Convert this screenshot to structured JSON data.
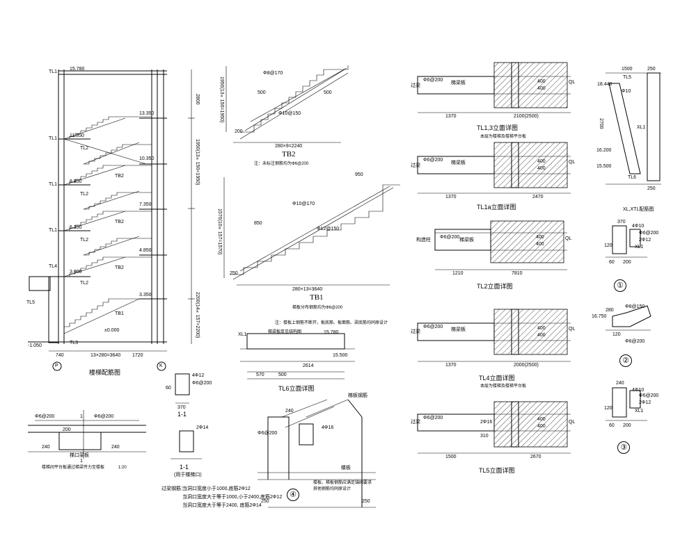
{
  "stair_section": {
    "caption": "楼梯配筋图",
    "axis_left": "P",
    "axis_right": "K",
    "dim_bottom_left": "740",
    "dim_bottom_mid": "13×280=3640",
    "dim_bottom_right": "1720",
    "dim_right_top": "2800",
    "dim_right_stack": "1950(13×150=1950)",
    "dim_right_bottom": "2200(14×157=2200)",
    "elev_top": "15.780",
    "elev_1": "13.350",
    "elev_2": "11.850",
    "elev_3": "10.350",
    "elev_4": "8.850",
    "elev_5": "7.350",
    "elev_6": "6.350",
    "elev_7": "4.850",
    "elev_8": "3.600",
    "elev_9": "3.350",
    "elev_10": "±0.000",
    "elev_11": "-1.050",
    "labels": [
      "TL1",
      "TL1",
      "TL1",
      "TL1",
      "TL4",
      "TL5",
      "TL2",
      "TL3",
      "TL2",
      "TL2",
      "TL2",
      "TB2",
      "TB2",
      "TB2",
      "TB1"
    ]
  },
  "tb2": {
    "title": "TB2",
    "note": "注：未标注钢筋均为Φ6@200",
    "dim_vert": "1950(13×150=1950)",
    "dim_horz": "280×9=2240",
    "top_bar": "Φ8@170",
    "bottom_bar": "Φ10@150",
    "dim_a": "500",
    "dim_b": "500",
    "dim_c": "200"
  },
  "tb1": {
    "title": "TB1",
    "note": "梯板分布钢筋均为Φ6@200",
    "dim_vert": "1570(10×157=1570)",
    "dim_horz": "280×13=3640",
    "top_bar": "Φ10@170",
    "bottom_bar": "Φ12@150",
    "dim_a": "850",
    "dim_b": "950",
    "dim_c": "250"
  },
  "tl6": {
    "note": "注：楼板上钢筋不断开，板底筋、板面筋、梁底筋均同原设计",
    "caption": "TL6立面详图",
    "elev_1": "15.780",
    "elev_2": "15.500",
    "label_xl": "XL1",
    "label_plate": "梯梁板厚见结构图",
    "dim_1": "2614",
    "dim_2": "570",
    "dim_3": "500"
  },
  "detail4": {
    "circle": "④",
    "label_top": "梯板钢筋",
    "label_floor": "楼板",
    "note_1": "楼板、梯板钢筋应满足锚固要求",
    "note_2": "其他钢筋均同原设计",
    "dim_a": "240",
    "dim_b": "250",
    "dim_c": "250",
    "bar_1": "4Φ16",
    "bar_2": "Φ6@200"
  },
  "beam_section": {
    "title": "1-1",
    "title2": "1-1",
    "sub": "(用于楼梯口)",
    "bar_top": "4Φ12",
    "bar_stirrup": "Φ6@200",
    "bar_side": "2Φ14",
    "dim_w": "370",
    "dim_h": "60"
  },
  "plate_section": {
    "caption": "楼梯间平台板通过梯梁传力至楼板",
    "scale": "1:20",
    "bar_left": "Φ6@200",
    "bar_right": "Φ6@200",
    "dim_left": "240",
    "dim_right": "240",
    "dim_mid": "200",
    "label_1": "1",
    "label_2": "1",
    "label_beam": "梯口梁板"
  },
  "notes": {
    "head": "过梁钢筋：",
    "line1": "当洞口宽度小于1000,底筋2Φ12",
    "line2": "当洞口宽度大于等于1000,小于2400,底筋2Φ12",
    "line3": "当洞口宽度大于等于2400, 底筋2Φ14"
  },
  "tl13": {
    "caption": "TL1,3立面详图",
    "sub": "本层为楼梯及楼梯平台板",
    "dim_total": "2100(2500)",
    "dim_left": "1370",
    "bar": "Φ6@200",
    "dim_400a": "400",
    "dim_400b": "400",
    "label_ql": "QL",
    "label_left": "过梁",
    "label_beam": "梯梁板"
  },
  "tl1a": {
    "caption": "TL1a立面详图",
    "dim_total": "2470",
    "dim_left": "1370",
    "bar": "Φ6@200",
    "dim_400a": "400",
    "dim_400b": "400",
    "label_ql": "QL",
    "label_left": "过梁",
    "label_beam": "梯梁板"
  },
  "tl2": {
    "caption": "TL2立面详图",
    "dim_total": "7810",
    "dim_left": "1210",
    "bar": "Φ6@200",
    "dim_400a": "400",
    "dim_400b": "400",
    "label_ql": "QL",
    "label_left": "构造柱",
    "label_beam": "梯梁板"
  },
  "tl4": {
    "caption": "TL4立面详图",
    "sub": "本层为楼梯及楼梯平台板",
    "dim_total": "2000(2500)",
    "dim_left": "1370",
    "bar": "Φ6@200",
    "dim_400a": "400",
    "dim_400b": "400",
    "label_ql": "QL",
    "label_left": "过梁",
    "label_beam": "梯梁板"
  },
  "tl5": {
    "caption": "TL5立面详图",
    "dim_total": "2670",
    "dim_left": "1500",
    "bar": "Φ6@200",
    "dim_400a": "400",
    "dim_400b": "400",
    "dim_310": "310",
    "bar_2": "2Φ16",
    "label_ql": "QL",
    "label_left": "过梁"
  },
  "tl6_detail": {
    "dim_top": "1500",
    "dim_top2": "250",
    "elev_1": "18.440",
    "elev_2": "16.200",
    "elev_3": "15.500",
    "dim_vert": "2700",
    "label_tl": "TL5",
    "label_tl2": "TL6",
    "label_xl": "XL1",
    "dim_bot": "250",
    "bar": "Φ10"
  },
  "detail1": {
    "circle": "①",
    "title": "XL,XTL配筋图",
    "dim_top": "370",
    "bar_1": "4Φ10",
    "bar_2": "Φ6@200",
    "bar_3": "2Φ12",
    "label": "XL1",
    "dim_a": "120",
    "dim_b": "200",
    "dim_c": "60"
  },
  "detail2": {
    "circle": "②",
    "bar_1": "Φ8@150",
    "elev": "16.750",
    "bar_2": "Φ6@200",
    "dim_a": "280",
    "dim_b": "120"
  },
  "detail3": {
    "circle": "③",
    "dim_top": "240",
    "bar_1": "4Φ10",
    "bar_2": "Φ6@200",
    "bar_3": "2Φ12",
    "label": "XL1",
    "dim_a": "120",
    "dim_b": "200",
    "dim_c": "60"
  }
}
